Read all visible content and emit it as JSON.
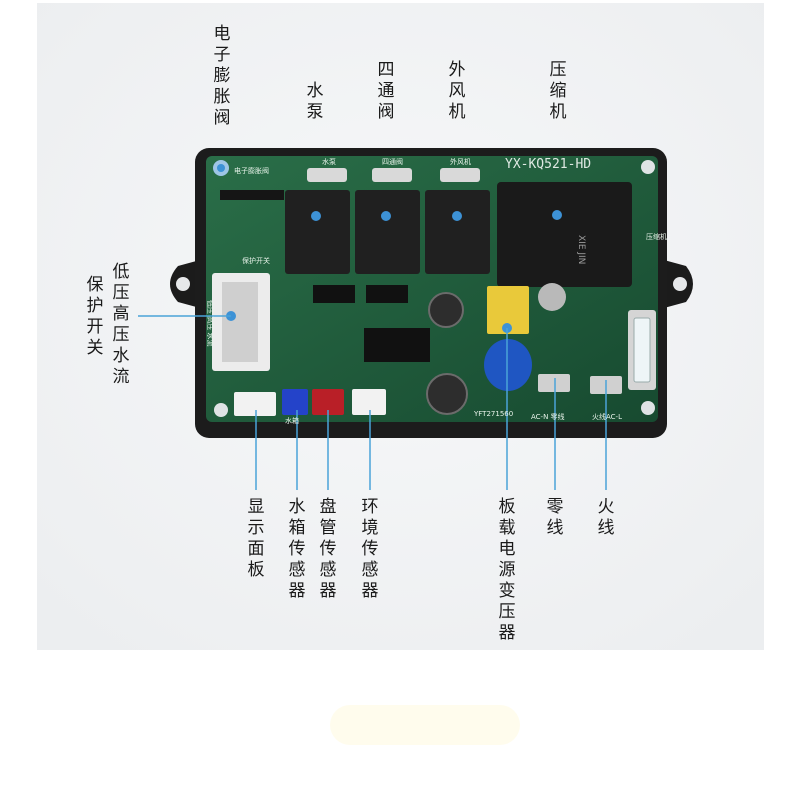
{
  "callouts": {
    "eev": "电子膨胀阀",
    "pump": "水泵",
    "four_way": "四通阀",
    "fan": "外风机",
    "compressor": "压缩机",
    "pressure_flow_1": "低压高压水流",
    "pressure_flow_2": "保护开关",
    "display": "显示面板",
    "tank_sensor": "水箱传感器",
    "coil_sensor": "盘管传感器",
    "ambient_sensor": "环境传感器",
    "transformer": "板载电源变压器",
    "neutral": "零线",
    "live": "火线"
  },
  "board": {
    "model": "YX-KQ521-HD",
    "brand": "XIE JIN",
    "fcc": "YFT271560",
    "silk_eev": "电子膨胀阀",
    "silk_pump": "水泵",
    "silk_four_way": "四通阀",
    "silk_fan": "外风机",
    "silk_comp": "压缩机",
    "silk_protect": "保护开关",
    "silk_acn": "AC-N 零线",
    "silk_acl": "火线AC-L",
    "silk_tank": "水箱",
    "silk_flow": "低压 高压 水流"
  },
  "colors": {
    "pcb": "#1f5a3a",
    "relay": "#1c1c1c",
    "line": "#4aa3d8",
    "case": "#222222"
  }
}
